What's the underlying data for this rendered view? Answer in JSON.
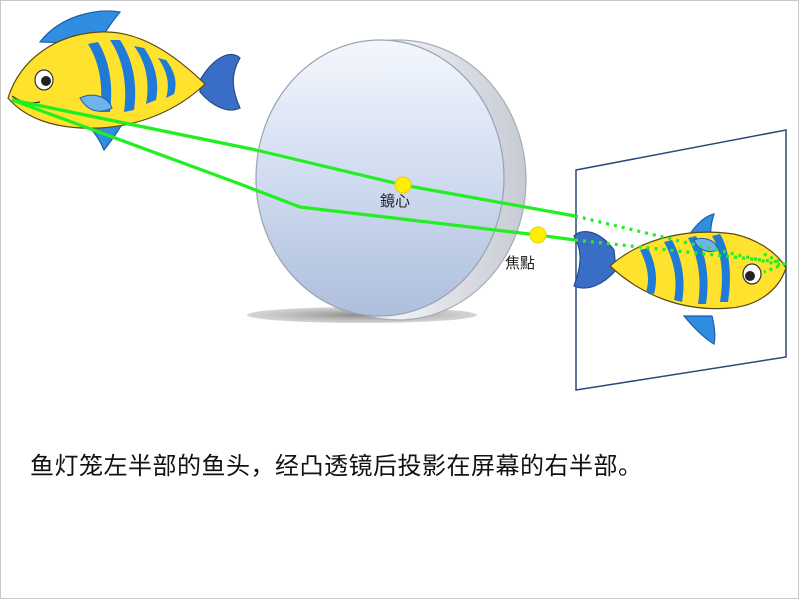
{
  "labels": {
    "lens_center": "鏡心",
    "focal_point": "焦點"
  },
  "caption": "鱼灯笼左半部的鱼头，经凸透镜后投影在屏幕的右半部。",
  "colors": {
    "ray": "#22ee22",
    "marker": "#ffee00",
    "fish_body": "#ffe22e",
    "fish_stripe": "#1f7ad8",
    "fish_fin": "#3a6ec6",
    "screen_border": "#2c4a78"
  }
}
